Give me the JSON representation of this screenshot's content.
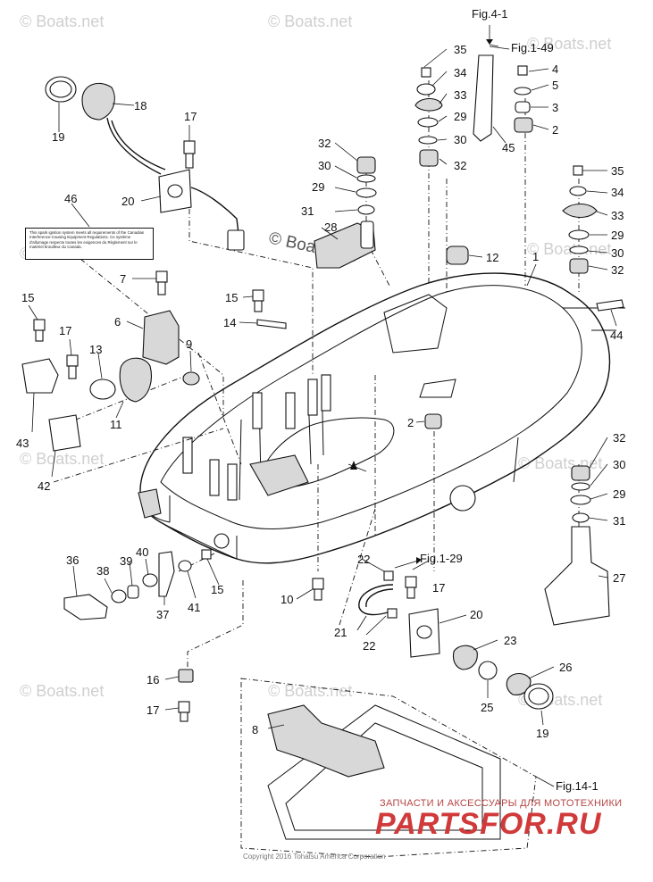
{
  "watermarks": {
    "site": "© Boats.net",
    "center": "© Boats.net"
  },
  "figure_refs": {
    "fig_4_1": "Fig.4-1",
    "fig_1_49": "Fig.1-49",
    "fig_1_29": "Fig.1-29",
    "fig_14_1": "Fig.14-1"
  },
  "callouts": {
    "c1": "1",
    "c2a": "2",
    "c2b": "2",
    "c3a": "3",
    "c4": "4",
    "c5": "5",
    "c6": "6",
    "c7": "7",
    "c8": "8",
    "c9": "9",
    "c10": "10",
    "c11": "11",
    "c12": "12",
    "c13": "13",
    "c14": "14",
    "c15a": "15",
    "c15b": "15",
    "c15c": "15",
    "c16": "16",
    "c17a": "17",
    "c17b": "17",
    "c17c": "17",
    "c17d": "17",
    "c18": "18",
    "c19a": "19",
    "c19b": "19",
    "c20a": "20",
    "c20b": "20",
    "c21": "21",
    "c22a": "22",
    "c22b": "22",
    "c23": "23",
    "c25": "25",
    "c26": "26",
    "c27": "27",
    "c28": "28",
    "c29a": "29",
    "c29b": "29",
    "c29c": "29",
    "c29d": "29",
    "c30a": "30",
    "c30b": "30",
    "c30c": "30",
    "c30d": "30",
    "c31a": "31",
    "c31b": "31",
    "c32a": "32",
    "c32b": "32",
    "c32c": "32",
    "c32d": "32",
    "c33a": "33",
    "c33b": "33",
    "c34a": "34",
    "c34b": "34",
    "c35a": "35",
    "c35b": "35",
    "c36": "36",
    "c37": "37",
    "c38": "38",
    "c39": "39",
    "c40": "40",
    "c41": "41",
    "c42": "42",
    "c43": "43",
    "c44": "44",
    "c45": "45",
    "c46": "46"
  },
  "warning_label": {
    "text": "This spark ignition system meets all requirements of the Canadian Interference-Causing Equipment Regulations. Ce système d'allumage respecte toutes les exigences du Règlement sur le matériel brouilleur du Canada."
  },
  "branding": {
    "ru_text": "ЗАПЧАСТИ И АКСЕССУАРЫ ДЛЯ МОТОТЕХНИКИ",
    "logo": "PARTSFOR.RU",
    "copyright": "Copyright 2016 Tohatsu America Corporation"
  }
}
